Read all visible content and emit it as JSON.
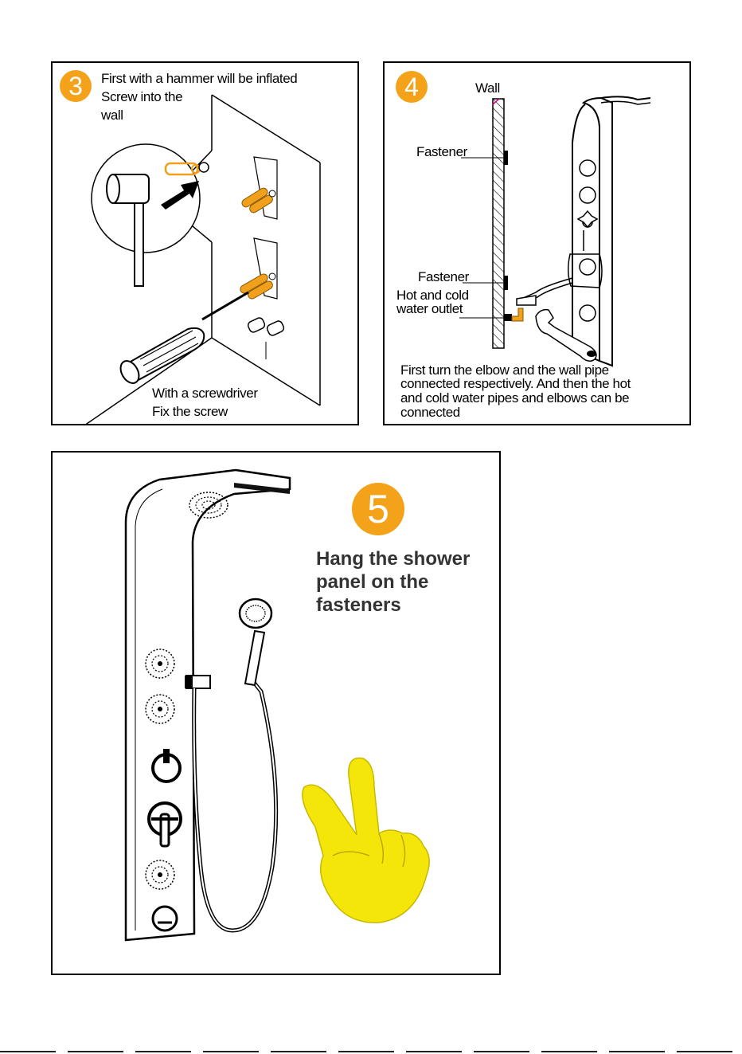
{
  "step3": {
    "number": "3",
    "instruction_lines": [
      "First with a hammer will be inflated",
      "Screw into the",
      "wall"
    ],
    "caption_lines": [
      "With a screwdriver",
      "Fix the screw"
    ]
  },
  "step4": {
    "number": "4",
    "wall_label": "Wall",
    "fastener_label_1": "Fastener",
    "fastener_label_2": "Fastener",
    "outlet_label_lines": [
      "Hot and cold",
      "water outlet"
    ],
    "instruction_lines": [
      "First turn the elbow and the wall pipe",
      "connected respectively. And then the hot",
      "and cold water pipes and elbows can be",
      "connected"
    ]
  },
  "step5": {
    "number": "5",
    "instruction_lines": [
      "Hang the shower",
      "panel on the",
      "fasteners"
    ]
  },
  "colors": {
    "badge": "#f3a21a",
    "anchor": "#f0a01c",
    "hand": "#f5e60a"
  }
}
